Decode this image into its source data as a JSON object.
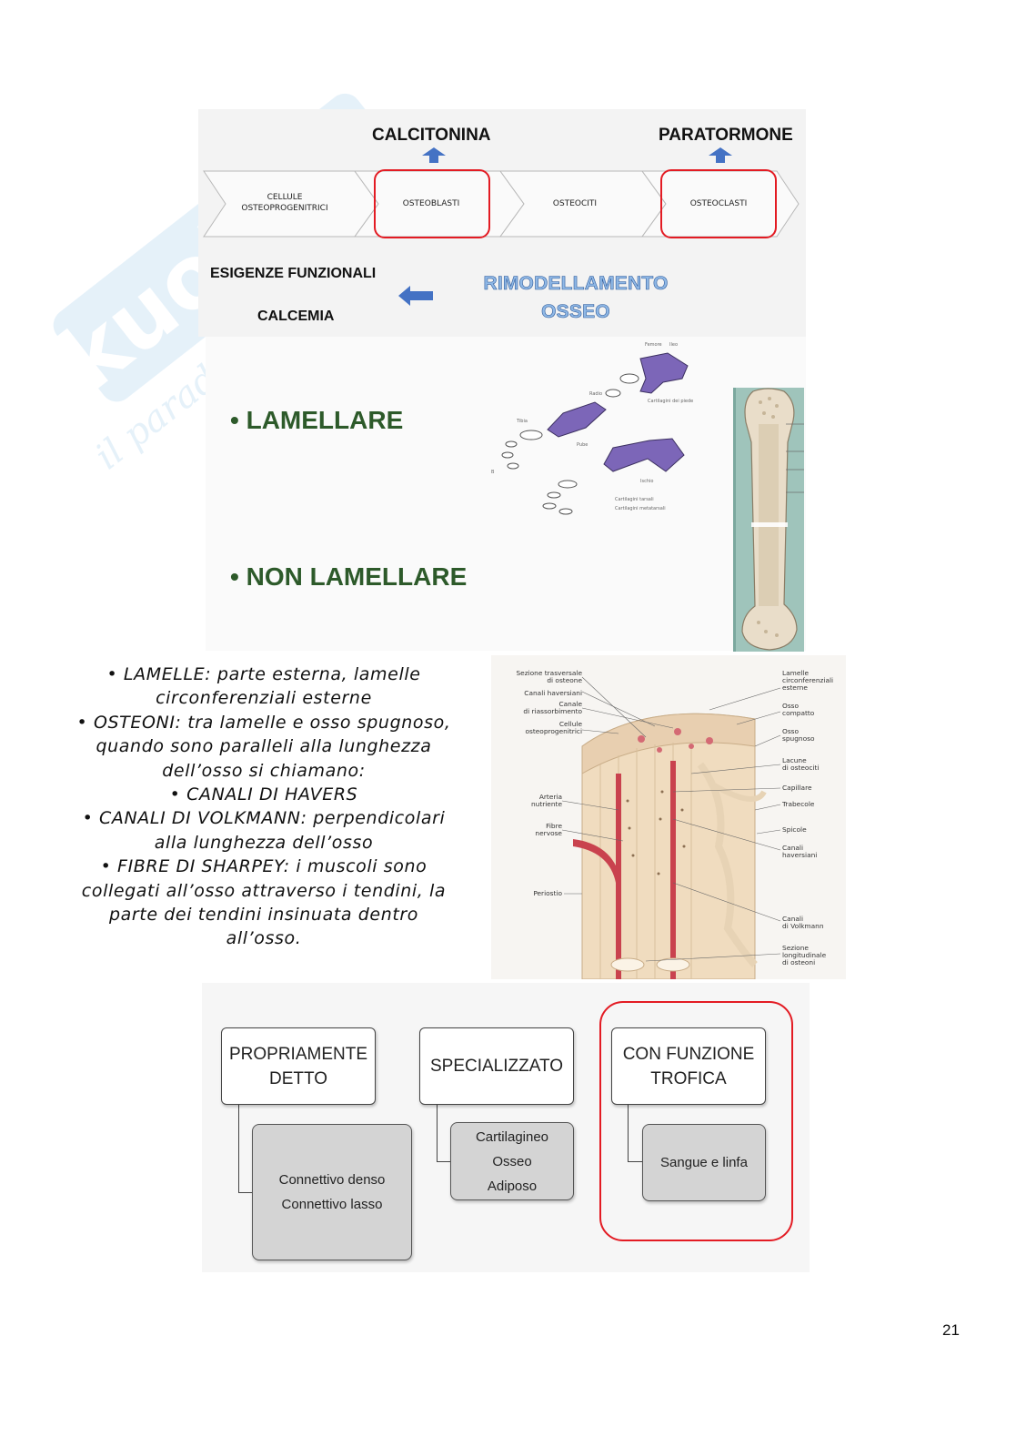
{
  "flow": {
    "hormones": {
      "calcitonina": "CALCITONINA",
      "paratormone": "PARATORMONE"
    },
    "steps": [
      {
        "line1": "CELLULE",
        "line2": "OSTEOPROGENITRICI"
      },
      {
        "line1": "OSTEOBLASTI",
        "line2": ""
      },
      {
        "line1": "OSTEOCITI",
        "line2": ""
      },
      {
        "line1": "OSTEOCLASTI",
        "line2": ""
      }
    ],
    "esigenze": "ESIGENZE FUNZIONALI",
    "calcemia": "CALCEMIA",
    "rimodellamento": {
      "line1": "RIMODELLAMENTO",
      "line2": "OSSEO"
    }
  },
  "bone_types": {
    "lamellare": "LAMELLARE",
    "non_lamellare": "NON LAMELLARE"
  },
  "description": [
    "• LAMELLE: parte esterna, lamelle",
    "circonferenziali esterne",
    "• OSTEONI: tra lamelle e osso spugnoso,",
    "quando sono paralleli alla lunghezza",
    "dell’osso si chiamano:",
    "• CANALI DI HAVERS",
    "• CANALI DI VOLKMANN: perpendicolari",
    "alla lunghezza dell’osso",
    "• FIBRE DI SHARPEY: i muscoli sono",
    "collegati all’osso attraverso i tendini, la",
    "parte dei tendini insinuata dentro",
    "all’osso."
  ],
  "osteon_labels": {
    "left": [
      {
        "a": "Sezione trasversale",
        "b": "di osteone"
      },
      {
        "a": "Canali haversiani",
        "b": ""
      },
      {
        "a": "Canale",
        "b": "di riassorbimento"
      },
      {
        "a": "Cellule",
        "b": "osteoprogenitrici"
      },
      {
        "a": "Arteria",
        "b": "nutriente"
      },
      {
        "a": "Fibre",
        "b": "nervose"
      },
      {
        "a": "Periostio",
        "b": ""
      }
    ],
    "right": [
      {
        "a": "Lamelle",
        "b": "circonferenziali",
        "c": "esterne"
      },
      {
        "a": "Osso",
        "b": "compatto",
        "c": ""
      },
      {
        "a": "Osso",
        "b": "spugnoso",
        "c": ""
      },
      {
        "a": "Lacune",
        "b": "di osteociti",
        "c": ""
      },
      {
        "a": "Capillare",
        "b": "",
        "c": ""
      },
      {
        "a": "Trabecole",
        "b": "",
        "c": ""
      },
      {
        "a": "Spicole",
        "b": "",
        "c": ""
      },
      {
        "a": "Canali",
        "b": "haversiani",
        "c": ""
      },
      {
        "a": "Canali",
        "b": "di Volkmann",
        "c": ""
      },
      {
        "a": "Sezione",
        "b": "longitudinale",
        "c": "di osteoni"
      }
    ]
  },
  "connective": {
    "propriamente": {
      "line1": "PROPRIAMENTE",
      "line2": "DETTO",
      "sub1": "Connettivo denso",
      "sub2": "Connettivo lasso"
    },
    "specializzato": {
      "title": "SPECIALIZZATO",
      "sub1": "Cartilagineo",
      "sub2": "Osseo",
      "sub3": "Adiposo"
    },
    "trofica": {
      "line1": "CON FUNZIONE",
      "line2": "TROFICA",
      "sub1": "Sangue e linfa"
    }
  },
  "page_number": "21",
  "colors": {
    "highlight": "#e31b23",
    "arrow": "#4472c4",
    "bone_type": "#2d5a2a"
  }
}
